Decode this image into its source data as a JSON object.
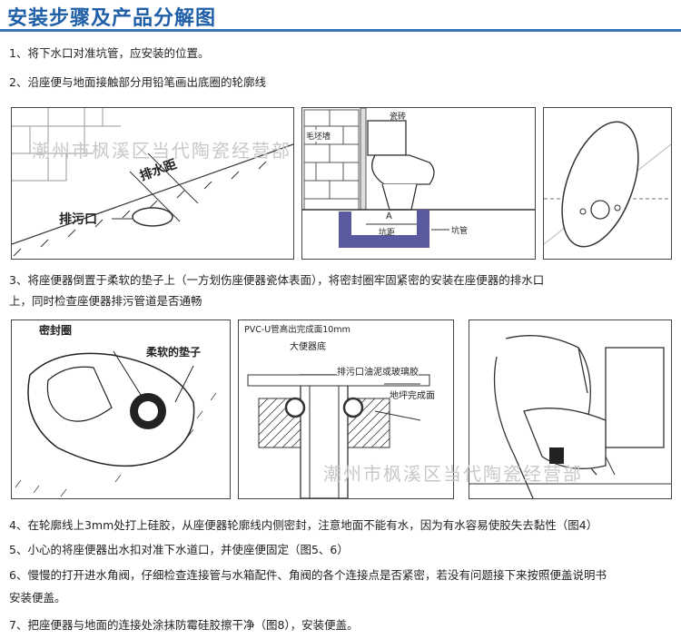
{
  "header": {
    "title": "安装步骤及产品分解图"
  },
  "steps": {
    "s1": "1、将下水口对准坑管，应安装的位置。",
    "s2": "2、沿座便与地面接触部分用铅笔画出底圈的轮廓线",
    "s3a": "3、将座便器倒置于柔软的垫子上（一方划伤座便器瓷体表面），将密封圈牢固紧密的安装在座便器的排水口",
    "s3b": "上，同时检查座便器排污管道是否通畅",
    "s4": "4、在轮廓线上3mm处打上硅胶，从座便器轮廓线内侧密封，注意地面不能有水，因为有水容易使胶失去黏性（图4）",
    "s5": "5、小心的将座便器出水扣对准下水道口，并使座便固定（图5、6）",
    "s6a": "6、慢慢的打开进水角阀，仔细检查连接管与水箱配件、角阀的各个连接点是否紧密，若没有问题接下来按照便盖说明书",
    "s6b": "安装便盖。",
    "s7": "7、把座便器与地面的连接处涂抹防霉硅胶擦干净（图8），安装便盖。"
  },
  "figure1": {
    "drain_distance": "排水距",
    "outlet": "排污口"
  },
  "figure2": {
    "tile": "瓷砖",
    "wall": "毛坯墙",
    "dim_a": "A",
    "pit_distance": "坑距",
    "pit_pipe": "坑管"
  },
  "figure4": {
    "seal_ring": "密封圈",
    "soft_mat": "柔软的垫子"
  },
  "figure5": {
    "pvc_note": "PVC-U管高出完成面10mm",
    "toilet_base": "大便器底",
    "outlet_putty": "排污口油泥或玻璃胶",
    "floor_finish": "地坪完成面"
  },
  "watermark": {
    "text": "潮州市枫溪区当代陶瓷经营部"
  }
}
